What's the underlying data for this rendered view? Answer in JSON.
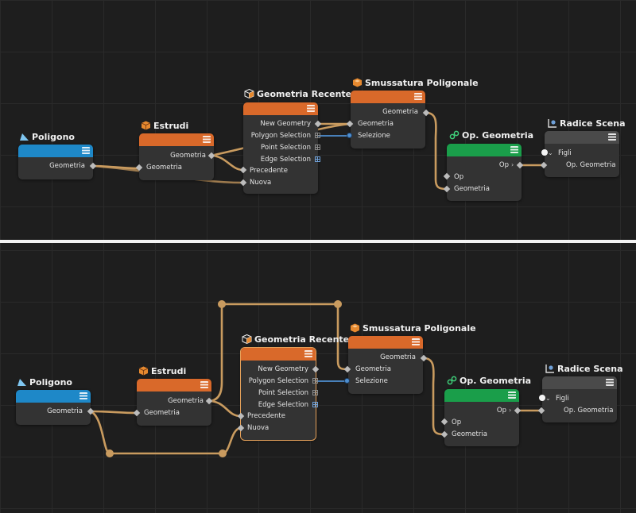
{
  "nodes": {
    "poligono": {
      "title": "Poligono",
      "outputs": [
        "Geometria"
      ],
      "icon": "polygon-icon",
      "color": "#1e88c8"
    },
    "estrudi": {
      "title": "Estrudi",
      "inputs": [
        "Geometria"
      ],
      "outputs": [
        "Geometria"
      ],
      "icon": "extrude-icon",
      "color": "#d9692a"
    },
    "geometria_recente": {
      "title": "Geometria Recente",
      "outputs": [
        "New Geometry",
        "Polygon Selection",
        "Point Selection",
        "Edge Selection"
      ],
      "inputs": [
        "Precedente",
        "Nuova"
      ],
      "icon": "cube-icon",
      "color": "#d9692a"
    },
    "smussatura": {
      "title": "Smussatura Poligonale",
      "outputs": [
        "Geometria"
      ],
      "inputs": [
        "Geometria",
        "Selezione"
      ],
      "icon": "bevel-icon",
      "color": "#d9692a"
    },
    "op_geometria": {
      "title": "Op. Geometria",
      "outputs": [
        "Op"
      ],
      "inputs": [
        "Op",
        "Geometria"
      ],
      "icon": "link-icon",
      "color": "#1a9e4a"
    },
    "radice_scena": {
      "title": "Radice Scena",
      "inputs": [
        "Figli",
        "Op. Geometria"
      ],
      "icon": "scene-root-icon",
      "color": "#4a4a4a"
    }
  },
  "colors": {
    "wire": "#c99b5f",
    "wire_blue": "#4f8fd0",
    "selected_outline": "#e5a15a"
  }
}
